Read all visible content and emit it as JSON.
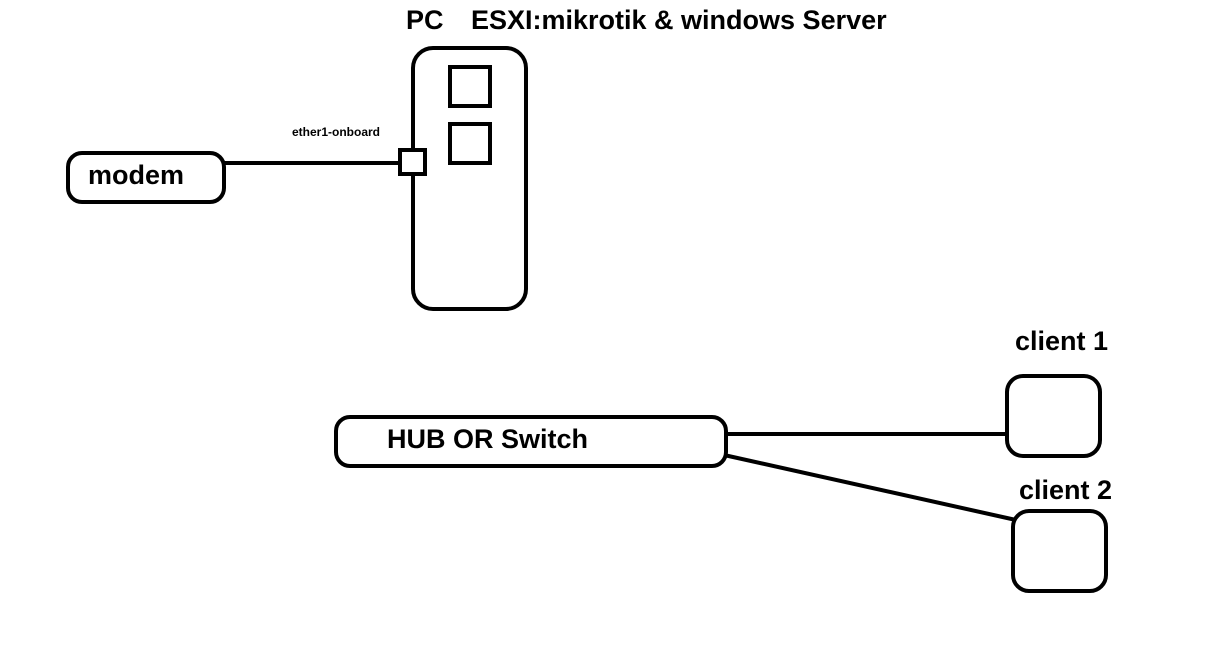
{
  "labels": {
    "pc": "PC",
    "esxi": "ESXI:mikrotik & windows Server",
    "ether": "ether1-onboard",
    "modem": "modem",
    "hub": "HUB OR Switch",
    "client1": "client 1",
    "client2": "client 2"
  },
  "colors": {
    "stroke": "#000000",
    "background": "#ffffff"
  }
}
